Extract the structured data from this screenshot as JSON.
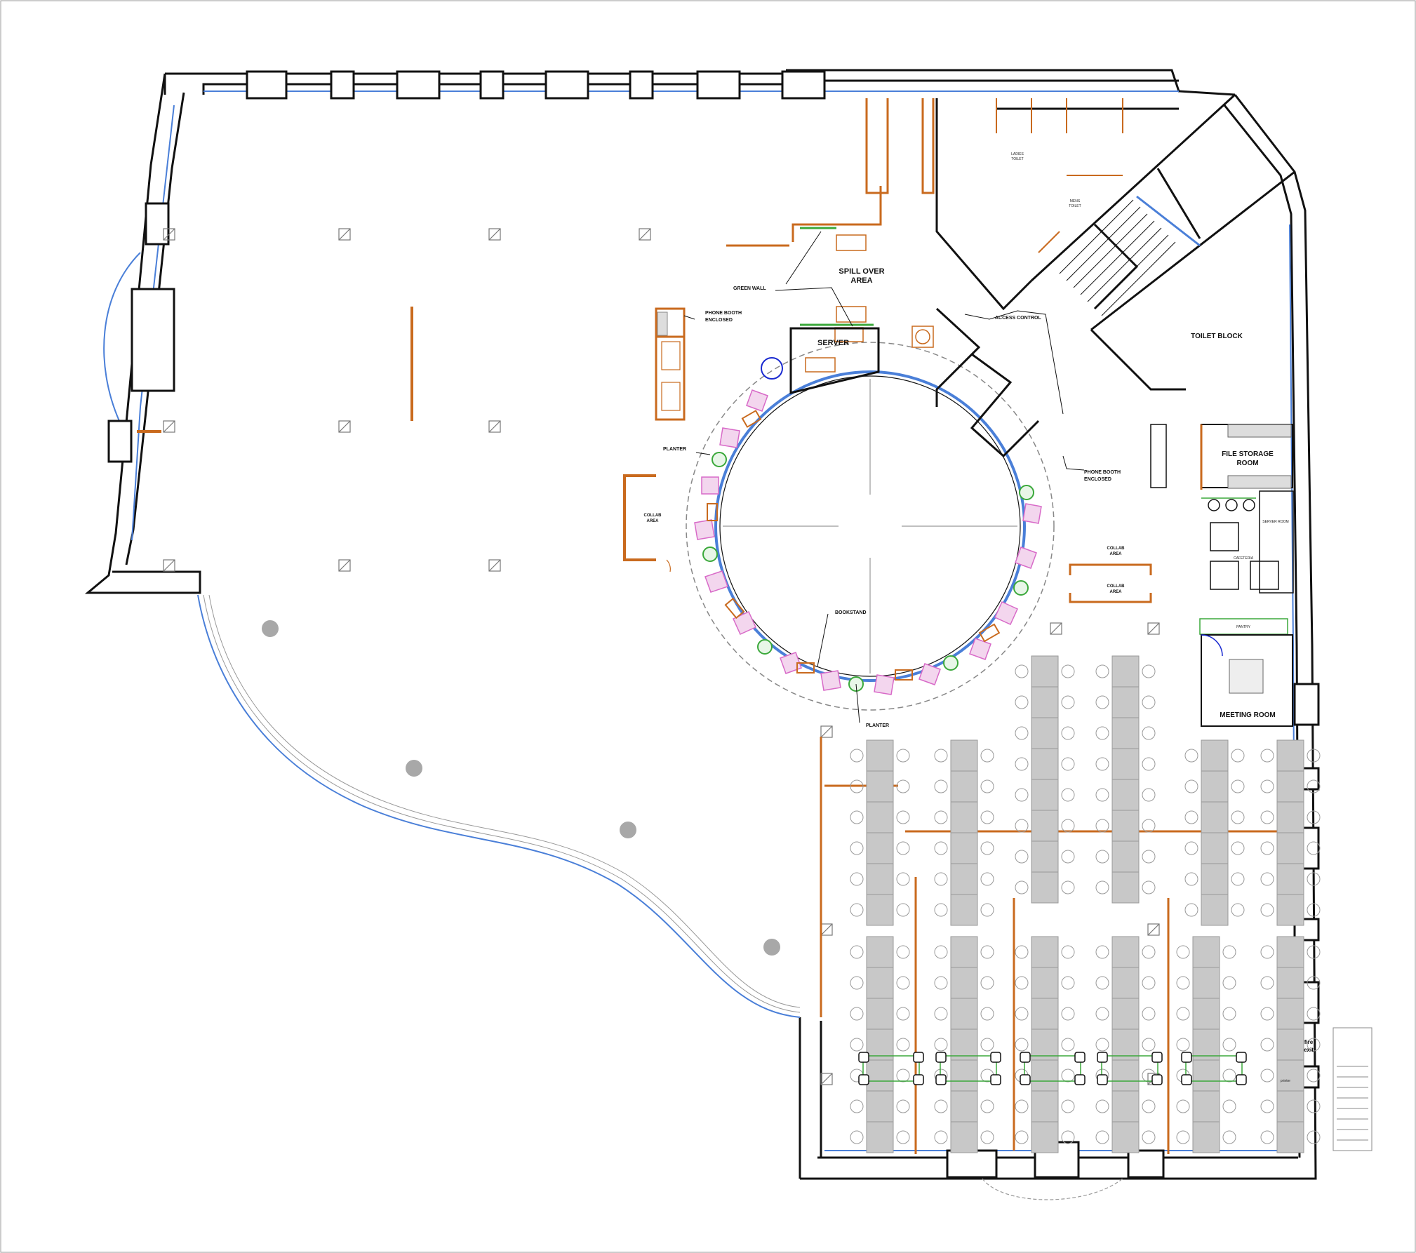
{
  "labels": {
    "spill_over": [
      "SPILL OVER",
      "AREA"
    ],
    "green_wall": "GREEN WALL",
    "phone_booth_1": [
      "PHONE BOOTH",
      "ENCLOSED"
    ],
    "server": "SERVER",
    "access_control": "ACCESS CONTROL",
    "planter_1": "PLANTER",
    "planter_2": "PLANTER",
    "phone_booth_2": [
      "PHONE BOOTH",
      "ENCLOSED"
    ],
    "toilet_block": "TOILET BLOCK",
    "ladies_toilet": [
      "LADIES",
      "TOILET"
    ],
    "mens_toilet": [
      "MENS",
      "TOILET"
    ],
    "file_storage": [
      "FILE STORAGE",
      "ROOM"
    ],
    "server_room": "SERVER ROOM",
    "cafeteria": "CAFETERIA",
    "collab_left": [
      "COLLAB",
      "AREA"
    ],
    "collab_right_1": [
      "COLLAB",
      "AREA"
    ],
    "collab_right_2": [
      "COLLAB",
      "AREA"
    ],
    "bookstand": "BOOKSTAND",
    "pantry": "PANTRY",
    "meeting_room": "MEETING ROOM",
    "fire_exit": [
      "fire",
      "exit"
    ],
    "printer": "printer"
  },
  "colors": {
    "wall": "#111111",
    "glazing": "#4a7fd8",
    "furniture": "#c96a1e",
    "partition": "#e07a2a",
    "green": "#3aa83a",
    "pink": "#d86ac8",
    "desk": "#c8c8c8",
    "dim": "#c9601a",
    "column": "#a8a8a8"
  }
}
